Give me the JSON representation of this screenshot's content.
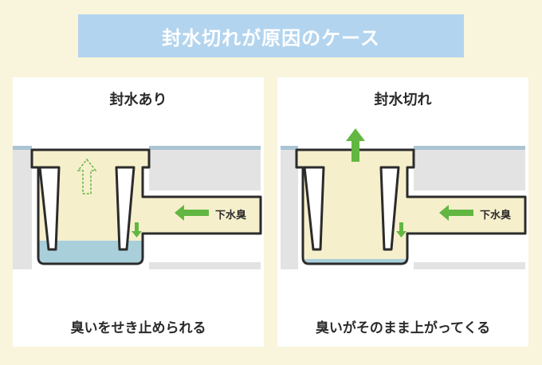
{
  "title": "封水切れが原因のケース",
  "panels": [
    {
      "heading": "封水あり",
      "caption": "臭いをせき止められる",
      "flow_label": "下水臭",
      "water_level": "full"
    },
    {
      "heading": "封水切れ",
      "caption": "臭いがそのまま上がってくる",
      "flow_label": "下水臭",
      "water_level": "empty"
    }
  ],
  "colors": {
    "background": "#f9f4dc",
    "title_bar": "#b3d4ee",
    "pipe_fill": "#f6efcc",
    "water": "#a9cfdb",
    "floor": "#e3e3e3",
    "arrow": "#62b742",
    "outline": "#2b2b2b"
  }
}
